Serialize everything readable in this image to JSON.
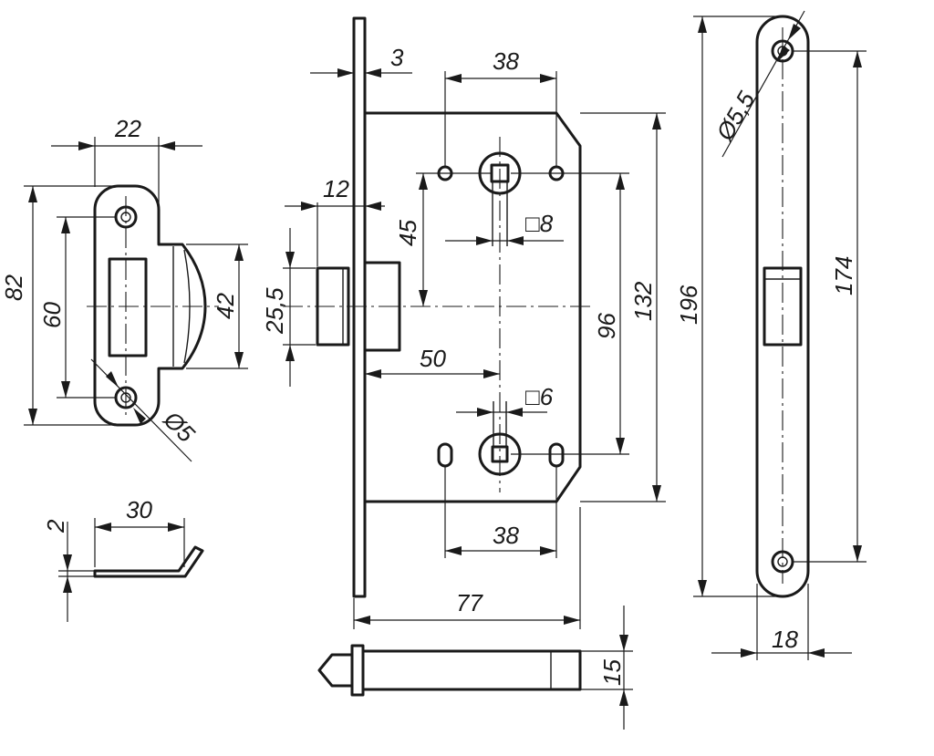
{
  "diagram": {
    "strike_plate": {
      "width_label": "22",
      "height_label": "82",
      "hole_spacing_label": "60",
      "lip_height_label": "42",
      "hole_diameter_label": "Ø5",
      "profile_width_label": "30",
      "thickness_label": "2"
    },
    "lock_body": {
      "faceplate_thickness_label": "3",
      "top_holes_spacing_label": "38",
      "latch_offset_label": "12",
      "handle_to_latch_label": "45",
      "spindle_square_label": "□8",
      "latch_height_label": "25,5",
      "backset_label": "50",
      "thumbturn_square_label": "□6",
      "bottom_holes_spacing_label": "38",
      "handle_centers_label": "96",
      "body_height_label": "132",
      "faceplate_height_label": "196",
      "body_depth_label": "77",
      "bolt_thickness_label": "15"
    },
    "faceplate": {
      "hole_diameter_label": "Ø5,5",
      "hole_spacing_label": "174",
      "width_label": "18"
    }
  }
}
